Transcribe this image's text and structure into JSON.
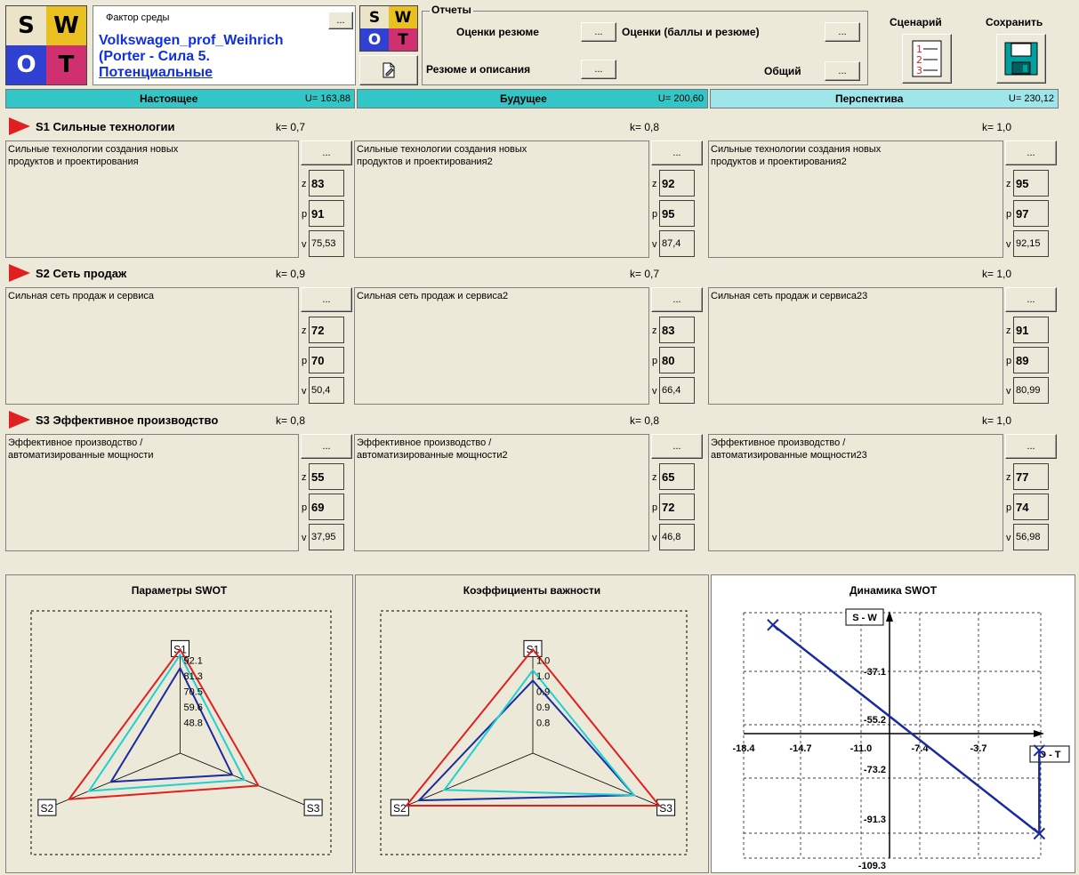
{
  "logo": {
    "s": "S",
    "w": "W",
    "o": "O",
    "t": "T"
  },
  "factor": {
    "label": "Фактор среды",
    "line1": "Volkswagen_prof_Weihrich",
    "line2": "(Porter - Сила 5.",
    "line3": "Потенциальные",
    "dots": "..."
  },
  "reports": {
    "title": "Отчеты",
    "r1": "Оценки резюме",
    "r2": "Оценки (баллы и  резюме)",
    "r3": "Резюме и описания",
    "r4": "Общий",
    "dots": "..."
  },
  "toolbar": {
    "scenario": "Сценарий",
    "save": "Сохранить"
  },
  "headers": [
    {
      "label": "Настоящее",
      "u": "U= 163,88"
    },
    {
      "label": "Будущее",
      "u": "U= 200,60"
    },
    {
      "label": "Перспектива",
      "u": "U= 230,12"
    }
  ],
  "factors": [
    {
      "title": "S1 Сильные технологии",
      "k": [
        "k=  0,7",
        "k= 0,8",
        "k= 1,0"
      ],
      "cells": [
        {
          "text": "Сильные технологии создания новых\nпродуктов и проектирования",
          "z": "83",
          "p": "91",
          "v": "75,53"
        },
        {
          "text": "Сильные технологии создания новых\nпродуктов и проектирования2",
          "z": "92",
          "p": "95",
          "v": "87,4"
        },
        {
          "text": "Сильные технологии создания новых\nпродуктов и проектирования2",
          "z": "95",
          "p": "97",
          "v": "92,15"
        }
      ]
    },
    {
      "title": "S2 Сеть продаж",
      "k": [
        "k=  0,9",
        "k= 0,7",
        "k= 1,0"
      ],
      "cells": [
        {
          "text": "Сильная сеть продаж и сервиса",
          "z": "72",
          "p": "70",
          "v": "50,4"
        },
        {
          "text": "Сильная сеть продаж и сервиса2",
          "z": "83",
          "p": "80",
          "v": "66,4"
        },
        {
          "text": "Сильная сеть продаж и сервиса23",
          "z": "91",
          "p": "89",
          "v": "80,99"
        }
      ]
    },
    {
      "title": "S3 Эффективное производство",
      "k": [
        "k=  0,8",
        "k= 0,8",
        "k= 1,0"
      ],
      "cells": [
        {
          "text": "Эффективное производство /\nавтоматизированные мощности",
          "z": "55",
          "p": "69",
          "v": "37,95"
        },
        {
          "text": "Эффективное производство /\nавтоматизированные мощности2",
          "z": "65",
          "p": "72",
          "v": "46,8"
        },
        {
          "text": "Эффективное производство /\nавтоматизированные мощности23",
          "z": "77",
          "p": "74",
          "v": "56,98"
        }
      ]
    }
  ],
  "letters": {
    "z": "z",
    "p": "p",
    "v": "v"
  },
  "colors": {
    "current": "#1a2aa0",
    "future": "#20d0d0",
    "perspective": "#e02020",
    "accent": "#33c6c6"
  },
  "chart_data": [
    {
      "type": "radar",
      "title": "Параметры SWOT",
      "axes": [
        "S1",
        "S2",
        "S3"
      ],
      "tick_labels": [
        "92.1",
        "81.3",
        "70.5",
        "59.6",
        "48.8"
      ],
      "range": [
        0,
        92.1
      ],
      "series": [
        {
          "values": [
            75.53,
            50.4,
            37.95
          ]
        },
        {
          "values": [
            87.4,
            66.4,
            46.8
          ]
        },
        {
          "values": [
            92.15,
            80.99,
            56.98
          ]
        }
      ]
    },
    {
      "type": "radar",
      "title": "Коэффициенты важности",
      "axes": [
        "S1",
        "S2",
        "S3"
      ],
      "tick_labels": [
        "1.0",
        "1.0",
        "0.9",
        "0.9",
        "0.8"
      ],
      "range": [
        0,
        1.0
      ],
      "series": [
        {
          "values": [
            0.7,
            0.9,
            0.8
          ]
        },
        {
          "values": [
            0.8,
            0.7,
            0.8
          ]
        },
        {
          "values": [
            1.0,
            1.0,
            1.0
          ]
        }
      ]
    },
    {
      "type": "line",
      "title": "Динамика SWOT",
      "ylabel": "S - W",
      "xlabel": "O - T",
      "x_ticks": [
        "-18.4",
        "-14.7",
        "-11.0",
        "-7.4",
        "-3.7"
      ],
      "y_ticks": [
        "-37.1",
        "-55.2",
        "-73.2",
        "-91.3",
        "-109.3"
      ],
      "xlim": [
        -18.4,
        0
      ],
      "ylim": [
        -109.3,
        -19
      ],
      "points": [
        {
          "x": -16.6,
          "y": -23.5
        },
        {
          "x": -0.2,
          "y": -100.3
        },
        {
          "x": -0.2,
          "y": -69.7
        }
      ]
    }
  ]
}
